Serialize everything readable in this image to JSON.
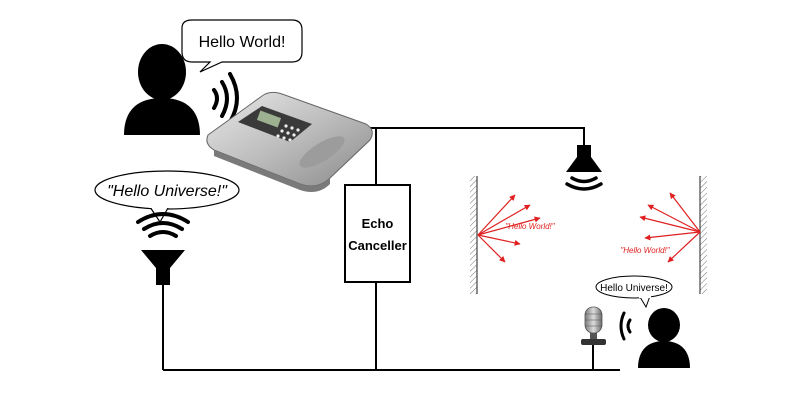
{
  "bubbles": {
    "speaker_top": "Hello World!",
    "speaker_left": "\"Hello Universe!\"",
    "speaker_bottom_right": "Hello Universe!"
  },
  "echo_canceller": {
    "line1": "Echo",
    "line2": "Canceller"
  },
  "room_echo": {
    "left_label": "\"Hello World!\"",
    "right_label": "\"Hello World!\""
  },
  "colors": {
    "line": "#000000",
    "echo_arrow": "#e02020",
    "phone_body": "#c8c8c8",
    "phone_dark": "#3a3a3a"
  }
}
